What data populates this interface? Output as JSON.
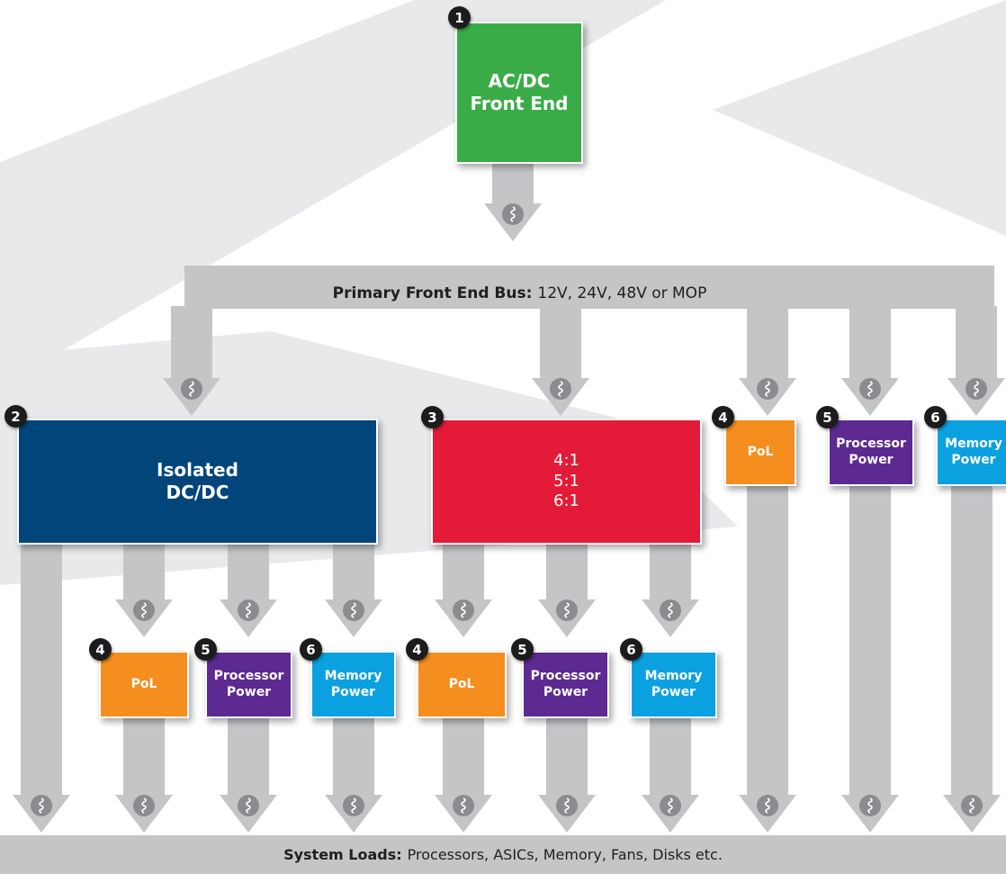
{
  "colors": {
    "background_watermark": "#e8e9eb",
    "flow_gray": "#c4c5c7",
    "converter_symbol": "#8a8c8f",
    "front_end_green": "#3aac47",
    "isolated_blue": "#02457a",
    "ratio_red": "#e31b38",
    "pol_orange": "#f38e1f",
    "processor_purple": "#5c2a91",
    "memory_cyan": "#0ba1e1",
    "badge_black": "#1c1c1c"
  },
  "front_end": {
    "badge": "1",
    "lines": [
      "AC/DC",
      "Front End"
    ]
  },
  "primary_bus": {
    "label_bold": "Primary Front End Bus:",
    "label_rest": "12V, 24V, 48V or MOP"
  },
  "isolated": {
    "badge": "2",
    "lines": [
      "Isolated",
      "DC/DC"
    ]
  },
  "ratio": {
    "badge": "3",
    "lines": [
      "4:1",
      "5:1",
      "6:1"
    ]
  },
  "direct_modules": [
    {
      "badge": "4",
      "lines": [
        "PoL"
      ],
      "color": "#f38e1f"
    },
    {
      "badge": "5",
      "lines": [
        "Processor",
        "Power"
      ],
      "color": "#5c2a91"
    },
    {
      "badge": "6",
      "lines": [
        "Memory",
        "Power"
      ],
      "color": "#0ba1e1"
    }
  ],
  "isolated_modules": [
    {
      "badge": "4",
      "lines": [
        "PoL"
      ],
      "color": "#f38e1f"
    },
    {
      "badge": "5",
      "lines": [
        "Processor",
        "Power"
      ],
      "color": "#5c2a91"
    },
    {
      "badge": "6",
      "lines": [
        "Memory",
        "Power"
      ],
      "color": "#0ba1e1"
    }
  ],
  "ratio_modules": [
    {
      "badge": "4",
      "lines": [
        "PoL"
      ],
      "color": "#f38e1f"
    },
    {
      "badge": "5",
      "lines": [
        "Processor",
        "Power"
      ],
      "color": "#5c2a91"
    },
    {
      "badge": "6",
      "lines": [
        "Memory",
        "Power"
      ],
      "color": "#0ba1e1"
    }
  ],
  "system_loads": {
    "label_bold": "System Loads:",
    "label_rest": "Processors, ASICs, Memory, Fans, Disks etc."
  }
}
